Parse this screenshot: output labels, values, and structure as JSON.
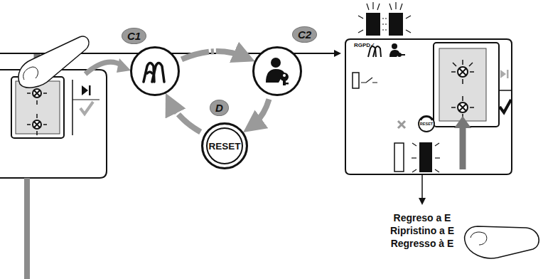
{
  "diagram": {
    "nodes": [
      {
        "text": [
          "C1"
        ]
      },
      {
        "text": [
          "C2"
        ]
      },
      {
        "text": [
          "D",
          "RESET"
        ]
      }
    ],
    "edges": [
      {
        "from": 0,
        "to": 1,
        "arrow": "to"
      },
      {
        "from": 1,
        "to": 2,
        "arrow": "to"
      },
      {
        "from": 2,
        "to": 0,
        "arrow": "to"
      }
    ],
    "labels": [
      "RGPD✓",
      "RESET",
      "Regreso a E",
      "Ripristino a E",
      "Regresso à E"
    ]
  }
}
